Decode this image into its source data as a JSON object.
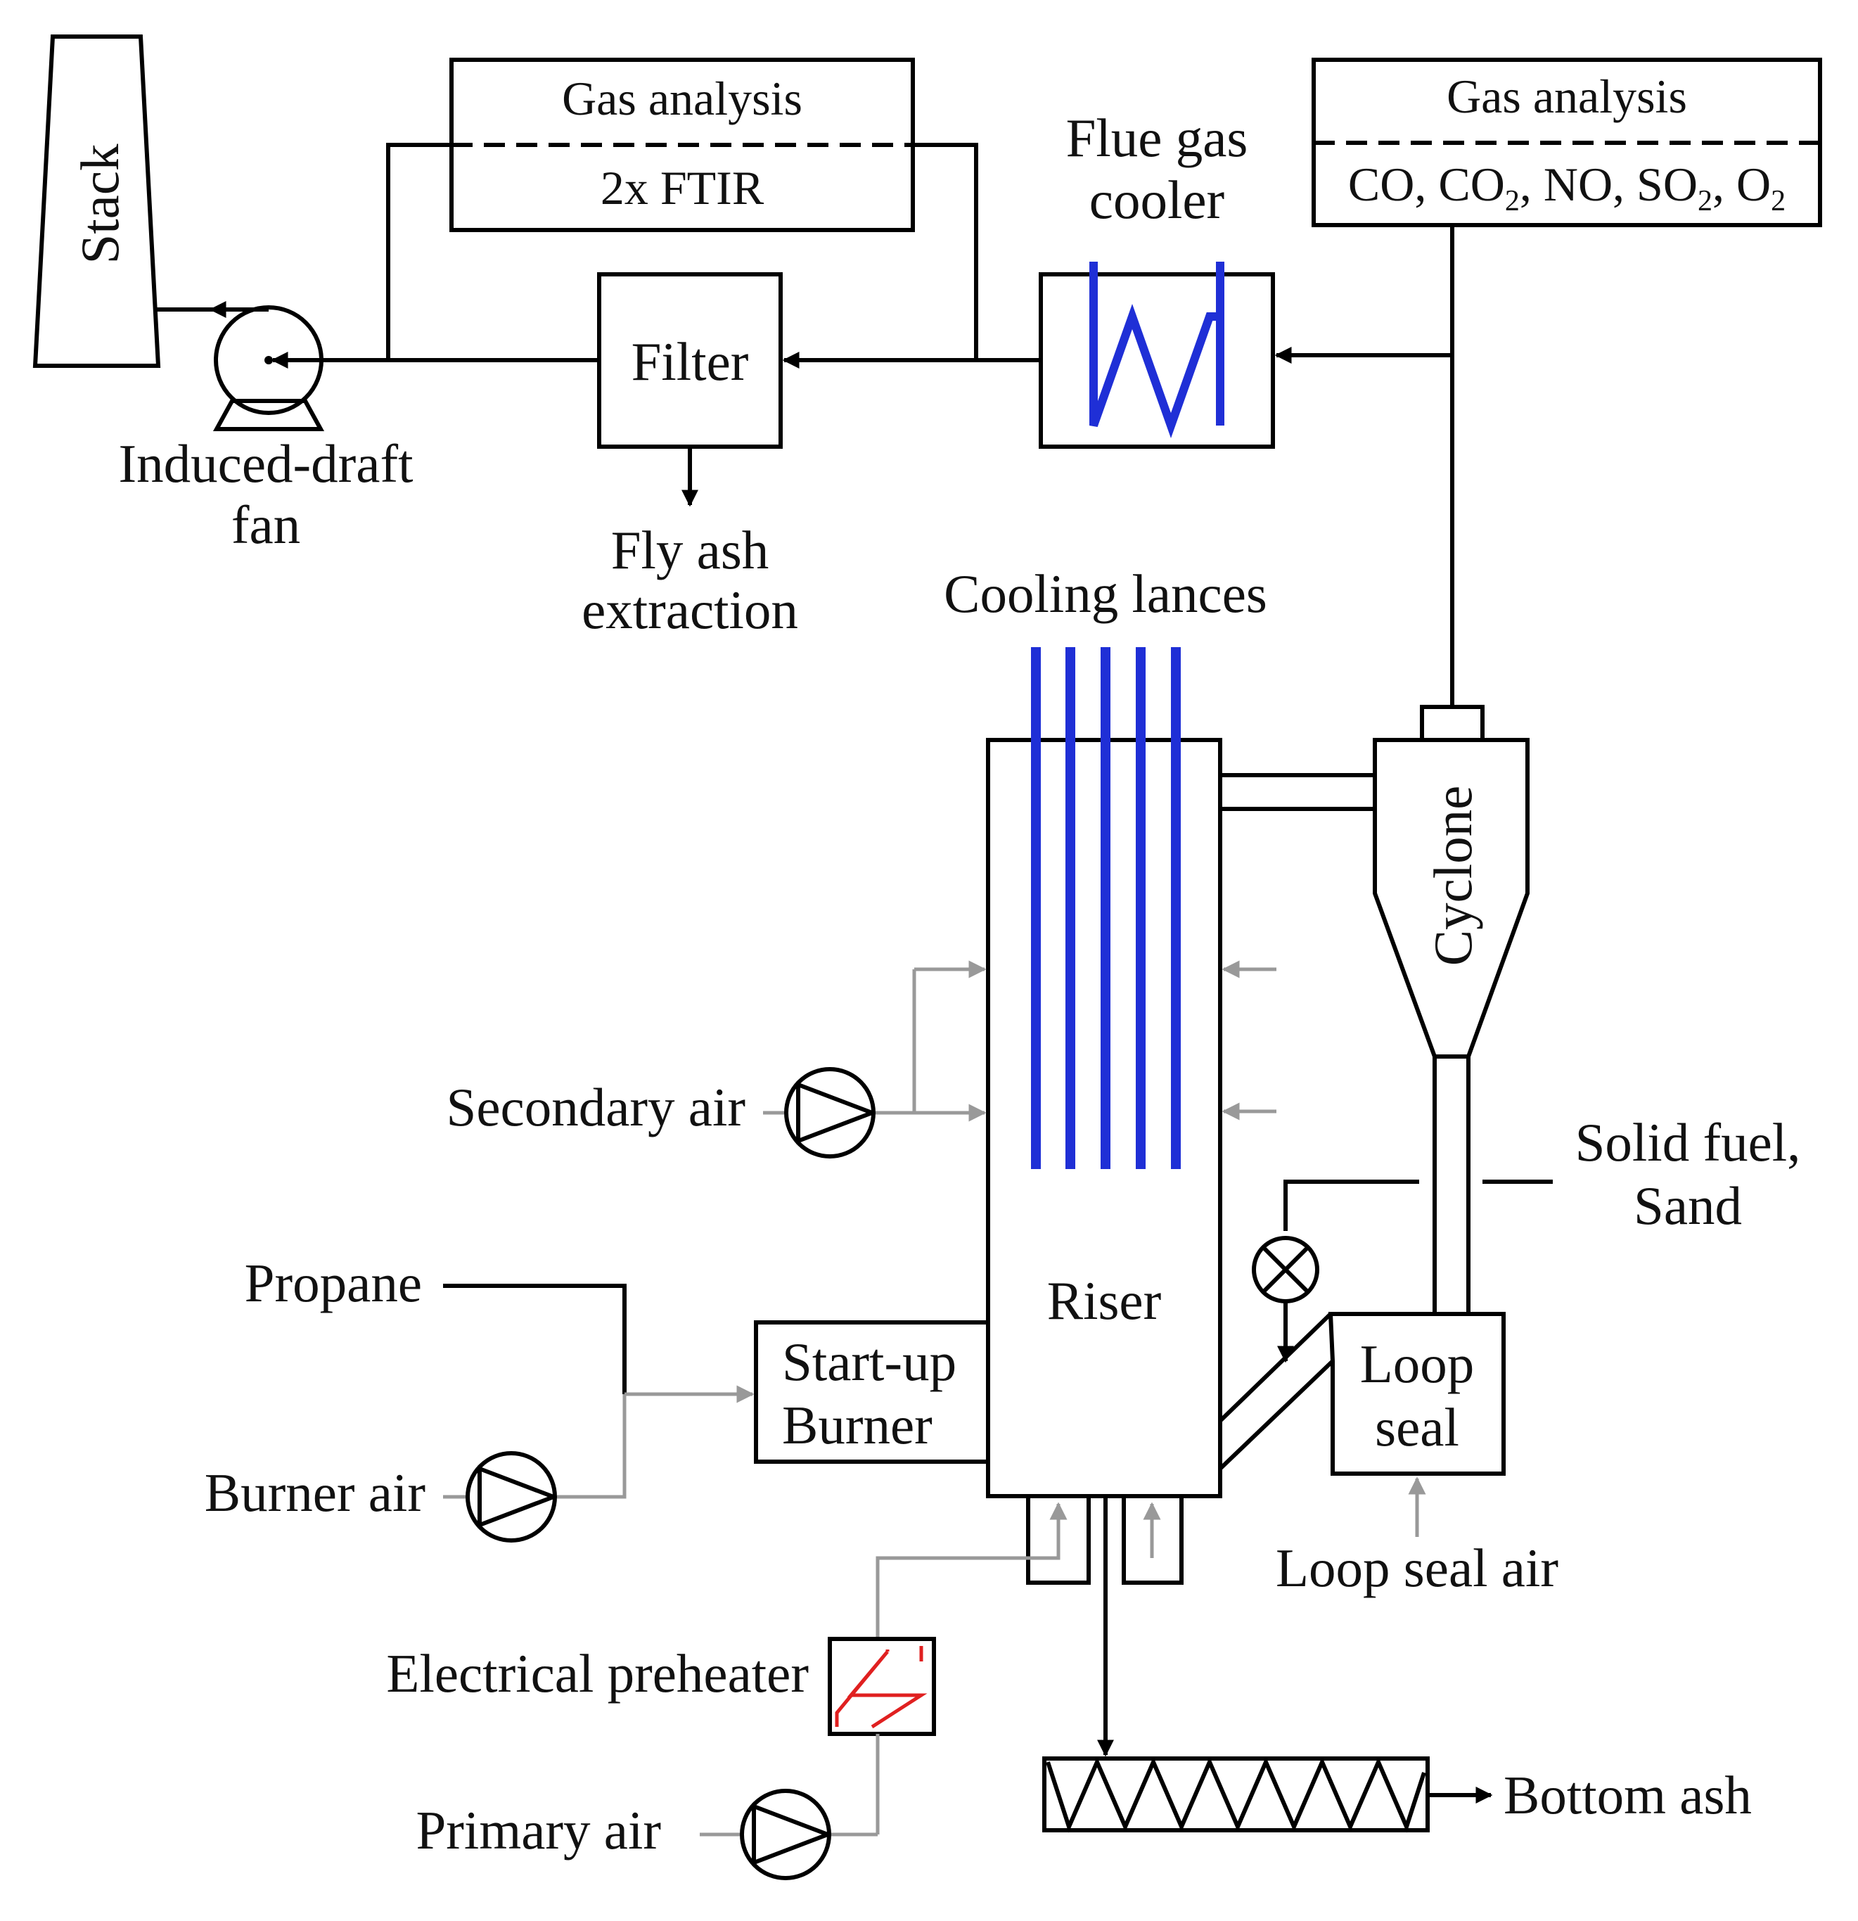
{
  "labels": {
    "stack": "Stack",
    "induced_draft_fan": [
      "Induced-draft",
      "fan"
    ],
    "fly_ash": [
      "Fly ash",
      "extraction"
    ],
    "filter": "Filter",
    "flue_gas_cooler": [
      "Flue gas",
      "cooler"
    ],
    "gas_analysis_1_title": "Gas analysis",
    "gas_analysis_1_content": "2x FTIR",
    "gas_analysis_2_title": "Gas analysis",
    "gas_analysis_2_parts": [
      "CO, CO",
      "2",
      ", NO, SO",
      "2",
      ", O",
      "2"
    ],
    "cooling_lances": "Cooling lances",
    "cyclone": "Cyclone",
    "riser": "Riser",
    "secondary_air": "Secondary air",
    "solid_fuel": [
      "Solid fuel,",
      "Sand"
    ],
    "propane": "Propane",
    "startup_burner": [
      "Start-up",
      "Burner"
    ],
    "burner_air": "Burner air",
    "loop_seal": [
      "Loop",
      "seal"
    ],
    "loop_seal_air": "Loop seal air",
    "electrical_preheater": "Electrical preheater",
    "primary_air": "Primary air",
    "bottom_ash": "Bottom ash"
  },
  "colors": {
    "line": "#000000",
    "air_line": "#999999",
    "cooling": "#1f2fd6",
    "heater": "#e02020"
  }
}
